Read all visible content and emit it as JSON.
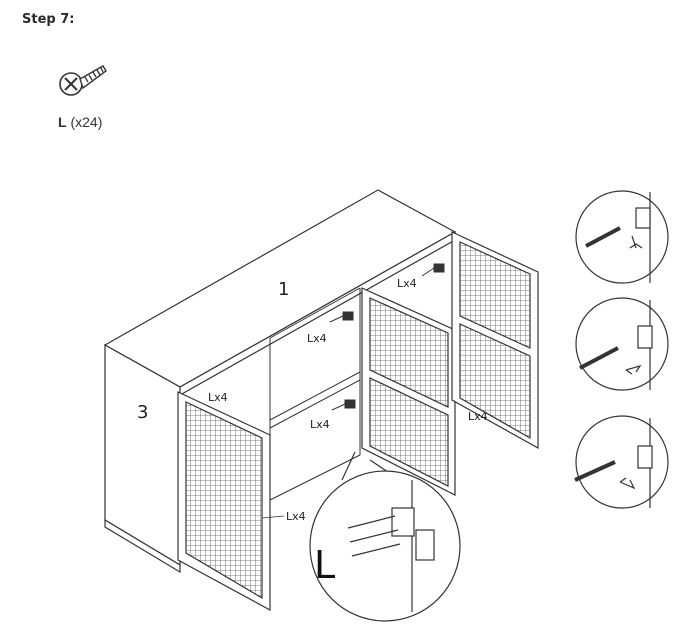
{
  "step": {
    "title": "Step 7:"
  },
  "part": {
    "letter": "L",
    "quantity": "(x24)",
    "icon": "screw-icon"
  },
  "labels": {
    "panel_top": "1",
    "panel_side": "3",
    "hinge_screws": "Lx4",
    "detail_letter": "L"
  },
  "colors": {
    "line": "#333333",
    "mesh": "#555555"
  }
}
